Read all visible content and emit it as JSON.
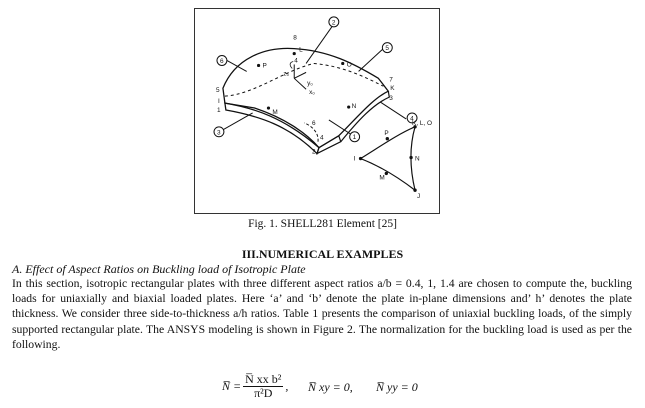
{
  "figure": {
    "caption": "Fig. 1. SHELL281 Element [25]",
    "labels": {
      "n1": "1",
      "n2": "2",
      "n3": "3",
      "n4": "4",
      "n5": "5",
      "n6": "6",
      "n7": "7",
      "n8": "8",
      "c1": "1",
      "c2": "2",
      "c3": "3",
      "c4": "4",
      "c5": "5",
      "c6": "6",
      "I": "I",
      "J": "J",
      "K": "K",
      "L": "L",
      "M": "M",
      "N": "N",
      "O": "O",
      "P": "P",
      "KLO": "K, L, O",
      "x0": "x₀",
      "y0": "y₀",
      "z0": "z₀"
    }
  },
  "section": {
    "title": "III.NUMERICAL EXAMPLES",
    "subsection": "A.   Effect of Aspect Ratios on Buckling load of Isotropic Plate",
    "paragraph": "In this section, isotropic rectangular plates with three different aspect ratios a/b = 0.4, 1, 1.4 are chosen to compute the, buckling loads for uniaxially and biaxial loaded plates. Here ‘a’ and ‘b’ denote the plate in-plane dimensions and’ h’ denotes the plate thickness. We consider three side-to-thickness a/h ratios. Table 1 presents the comparison of uniaxial buckling loads, of the simply supported rectangular plate. The ANSYS modeling is shown in Figure 2. The normalization for the buckling load is used as per the following."
  },
  "equation": {
    "lhs": "N̅ =",
    "numerator": "N̅ xx b²",
    "denominator": "π²D",
    "comma": ",",
    "term2": "N̅ xy = 0,",
    "term3": "N̅ yy = 0"
  }
}
